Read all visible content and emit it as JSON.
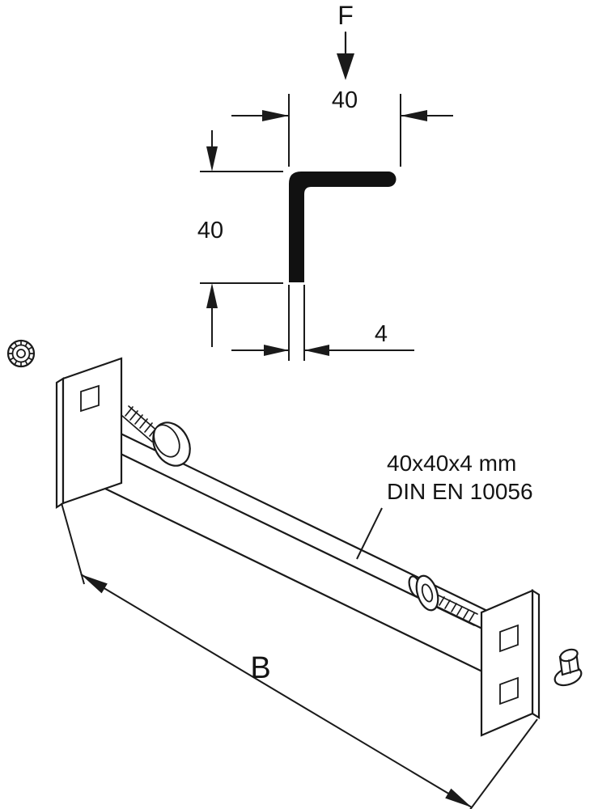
{
  "drawing": {
    "force_label": "F",
    "profile_width": "40",
    "profile_height": "40",
    "profile_thickness": "4",
    "length_label": "B",
    "spec": {
      "size": "40x40x4 mm",
      "standard": "DIN EN 10056"
    },
    "colors": {
      "line": "#1a1a1a",
      "background": "#ffffff"
    }
  }
}
